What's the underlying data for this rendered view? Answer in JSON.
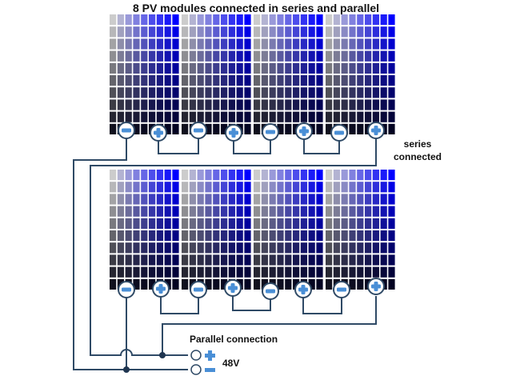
{
  "title": "8 PV modules connected in series and parallel",
  "labels": {
    "series_line1": "series",
    "series_line2": "connected",
    "parallel": "Parallel connection",
    "voltage": "48V"
  },
  "modules": {
    "count": 8,
    "rows": 2,
    "per_row": 4,
    "cell_columns": 9,
    "cell_rows": 10
  },
  "colors": {
    "wire": "#2f4a66",
    "terminal_sign": "#4a8fd6",
    "cell_top_left": "#ccccff",
    "cell_top_right": "#0000ff",
    "cell_bottom": "#0a0a12"
  }
}
